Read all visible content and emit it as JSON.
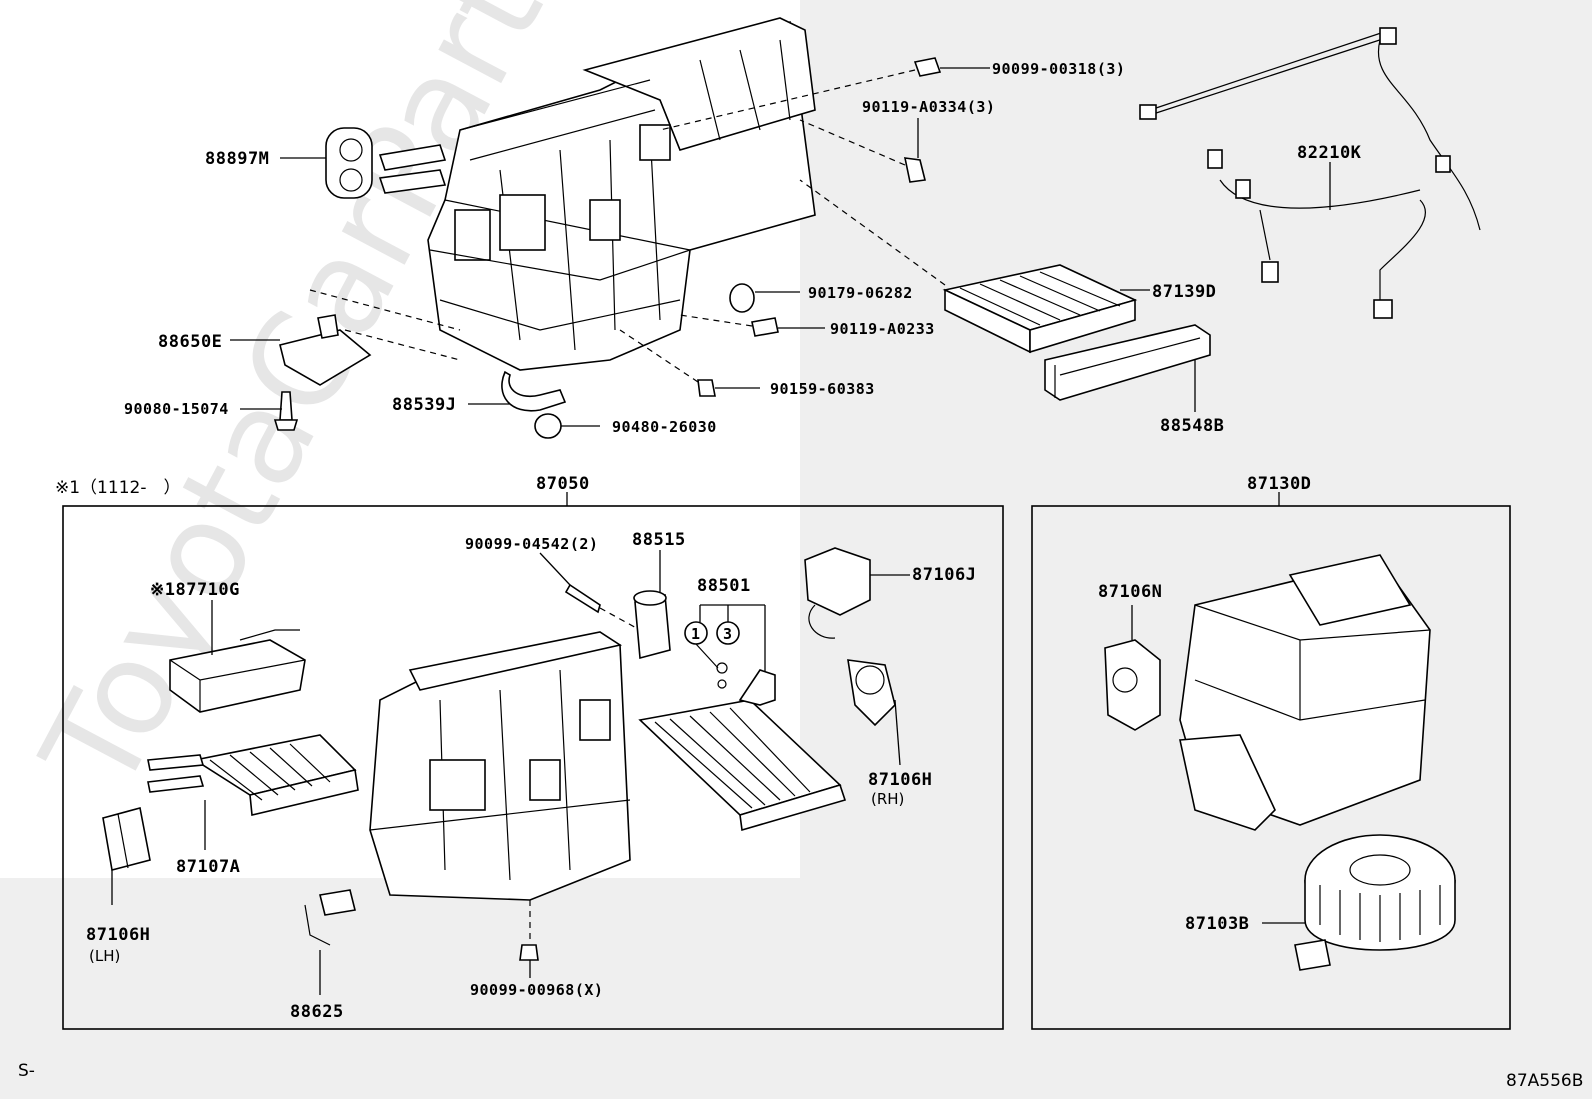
{
  "watermark": "ToyotaCarPart",
  "corner_left": "S-",
  "diagram_code": "87A556B",
  "groups": {
    "left": {
      "header": "87050",
      "note": "※1（1112-　）"
    },
    "right": {
      "header": "87130D"
    }
  },
  "labels": {
    "p88897M": "88897M",
    "p90099_00318": "90099-00318(3)",
    "p90119_A0334": "90119-A0334(3)",
    "p82210K": "82210K",
    "p90179_06282": "90179-06282",
    "p87139D": "87139D",
    "p90119_A0233": "90119-A0233",
    "p88650E": "88650E",
    "p90159_60383": "90159-60383",
    "p88539J": "88539J",
    "p90080_15074": "90080-15074",
    "p90480_26030": "90480-26030",
    "p88548B": "88548B",
    "p90099_04542": "90099-04542(2)",
    "p88515": "88515",
    "p87106J": "87106J",
    "p88501": "88501",
    "p87710G": "※187710G",
    "p87106H_rh": "87106H",
    "p87106H_rh_sub": "(RH)",
    "p87107A": "87107A",
    "p87106H_lh": "87106H",
    "p87106H_lh_sub": "(LH)",
    "p90099_00968": "90099-00968(X)",
    "p88625": "88625",
    "p87106N": "87106N",
    "p87103B": "87103B",
    "circle1": "1",
    "circle3": "3"
  }
}
